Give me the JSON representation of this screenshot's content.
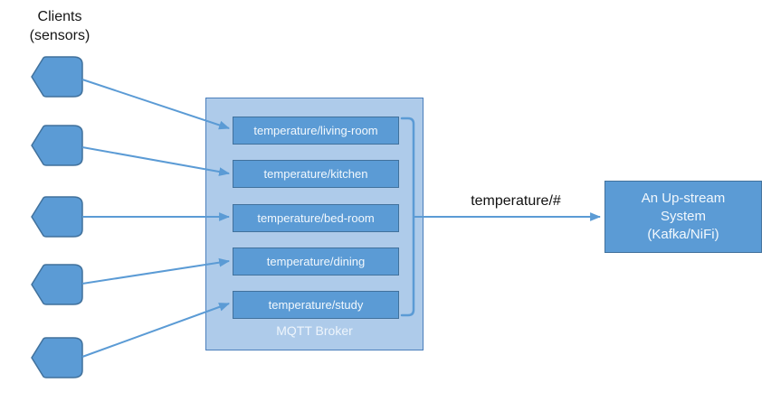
{
  "colors": {
    "node_fill": "#5B9BD5",
    "node_border": "#41719C",
    "broker_fill": "#AECBEA",
    "broker_border": "#4A7EBB",
    "connector": "#5B9BD5",
    "dark_text": "#161616",
    "light_text": "#F2F8FD",
    "background": "#FFFFFF"
  },
  "clients": {
    "label_line1": "Clients",
    "label_line2": "(sensors)",
    "sensor_count": 5
  },
  "broker": {
    "label": "MQTT Broker",
    "topics": [
      "temperature/living-room",
      "temperature/kitchen",
      "temperature/bed-room",
      "temperature/dining",
      "temperature/study"
    ]
  },
  "subscription_arrow": {
    "label": "temperature/#"
  },
  "upstream": {
    "label_line1": "An Up-stream",
    "label_line2": "System",
    "label_line3": "(Kafka/NiFi)"
  }
}
